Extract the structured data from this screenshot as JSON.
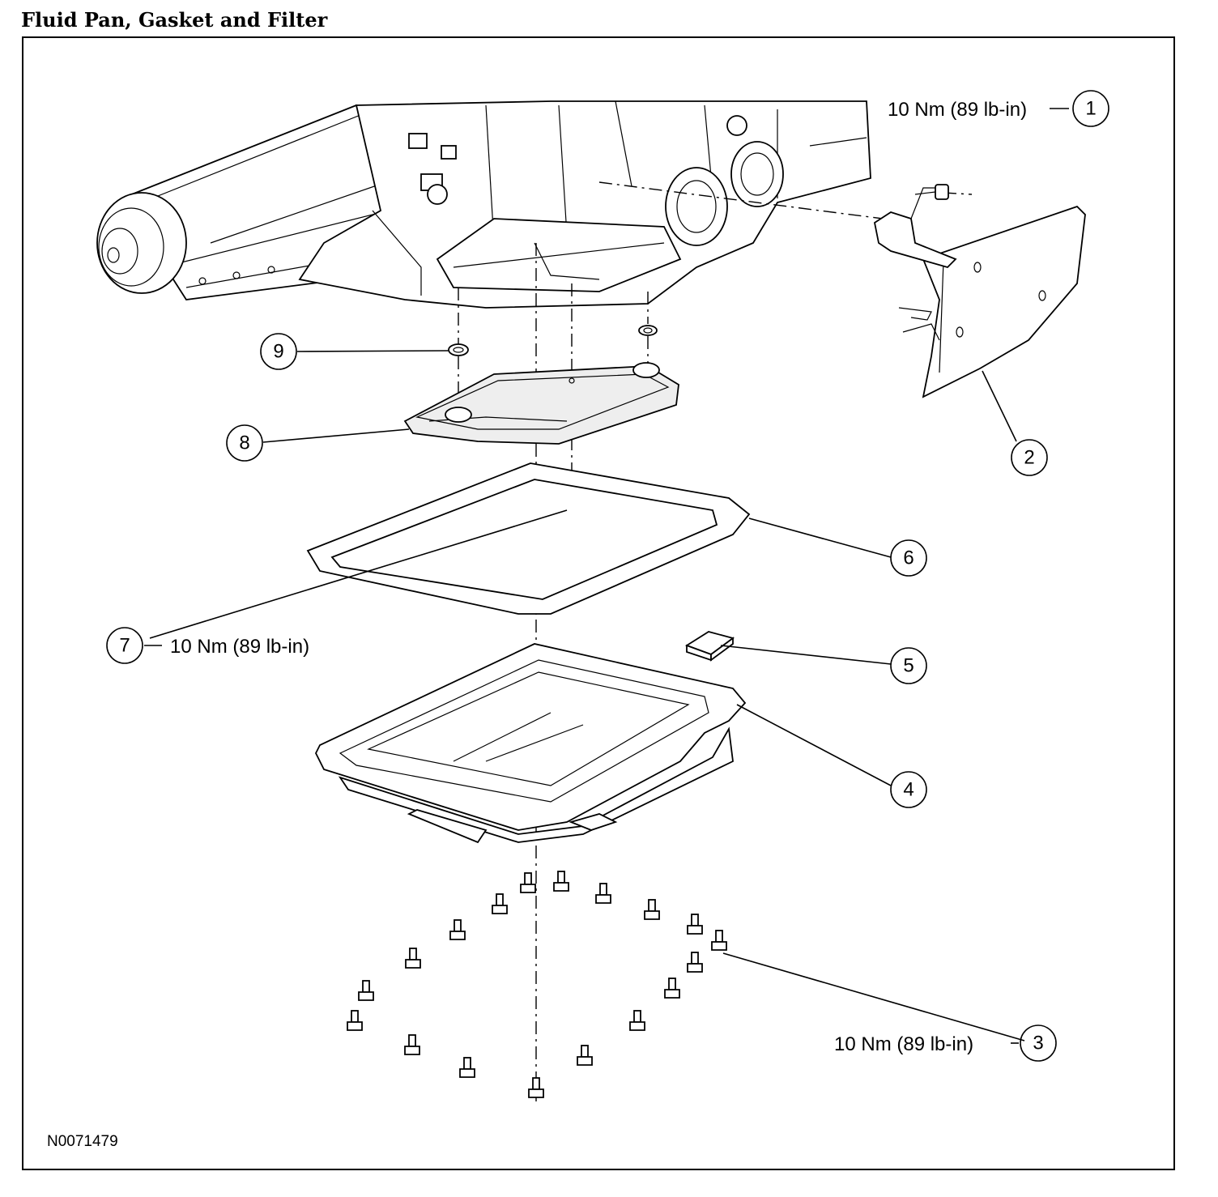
{
  "title": "Fluid Pan, Gasket and Filter",
  "figure_code": "N0071479",
  "callouts": [
    {
      "number": "1",
      "torque": "10 Nm (89 lb-in)"
    },
    {
      "number": "2",
      "torque": ""
    },
    {
      "number": "3",
      "torque": "10 Nm (89 lb-in)"
    },
    {
      "number": "4",
      "torque": ""
    },
    {
      "number": "5",
      "torque": ""
    },
    {
      "number": "6",
      "torque": ""
    },
    {
      "number": "7",
      "torque": "10 Nm (89 lb-in)"
    },
    {
      "number": "8",
      "torque": ""
    },
    {
      "number": "9",
      "torque": ""
    }
  ]
}
